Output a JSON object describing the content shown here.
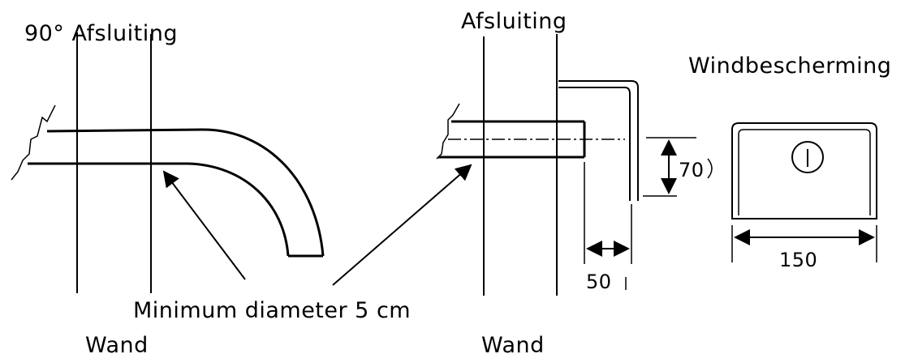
{
  "labels": {
    "left_title": "90° Afsluiting",
    "middle_title": "Afsluiting",
    "right_title": "Windbescherming",
    "dim_vertical": "70",
    "dim_horizontal": "50",
    "dim_width": "150",
    "diameter_note": "Minimum diameter 5 cm",
    "wall_left": "Wand",
    "wall_middle": "Wand"
  }
}
